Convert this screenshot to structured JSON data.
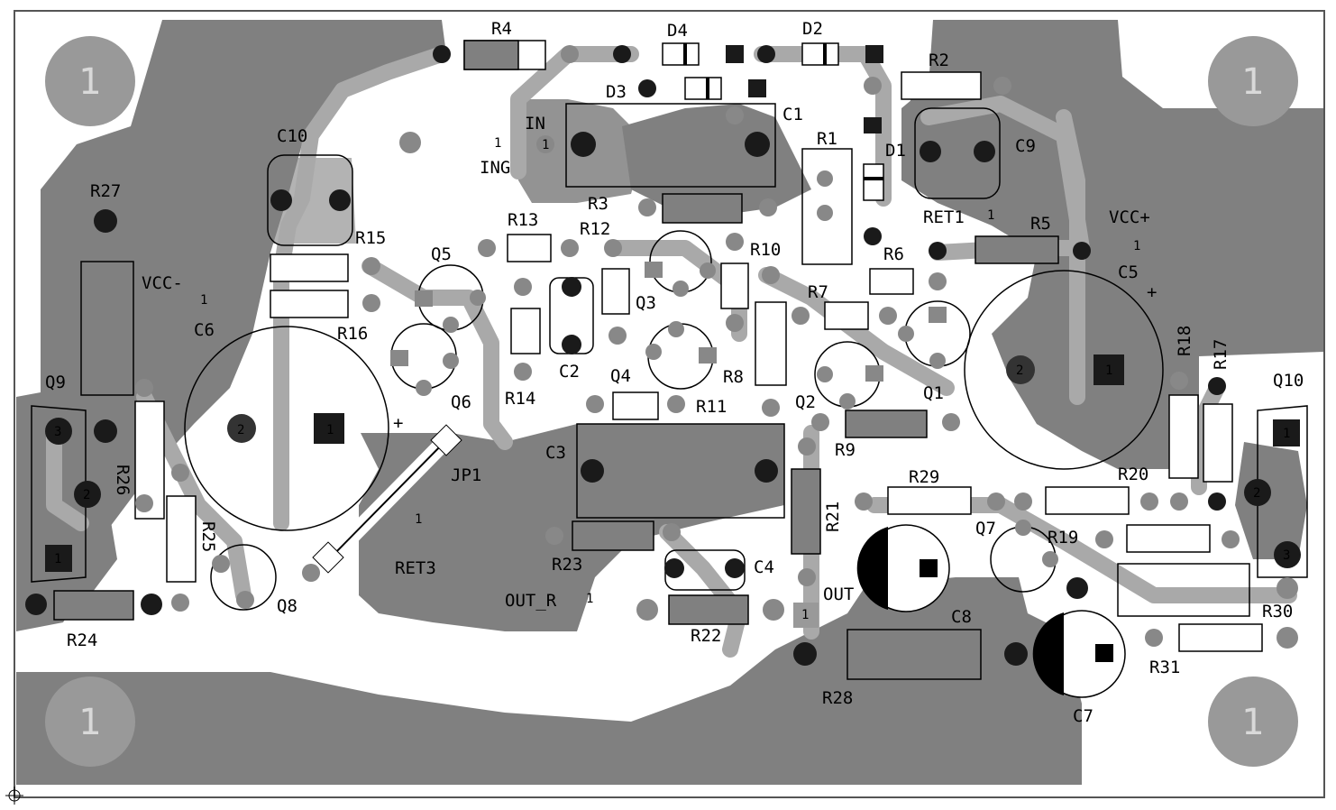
{
  "board": {
    "mount_hole_label": "1",
    "labels": {
      "R4": "R4",
      "D4": "D4",
      "D2": "D2",
      "R2": "R2",
      "D3": "D3",
      "C1": "C1",
      "IN": "IN",
      "ING": "ING",
      "R1": "R1",
      "D1": "D1",
      "C9": "C9",
      "C10": "C10",
      "R27": "R27",
      "R3": "R3",
      "RET1": "RET1",
      "VCCP": "VCC+",
      "R5": "R5",
      "R13": "R13",
      "R12": "R12",
      "R15": "R15",
      "Q5": "Q5",
      "R10": "R10",
      "R6": "R6",
      "C5": "C5",
      "VCCM": "VCC-",
      "Q3": "Q3",
      "R7": "R7",
      "R16": "R16",
      "C6": "C6",
      "R18": "R18",
      "R17": "R17",
      "Q10": "Q10",
      "C2": "C2",
      "Q4": "Q4",
      "R8": "R8",
      "Q9": "Q9",
      "R14": "R14",
      "R11": "R11",
      "Q2": "Q2",
      "Q1": "Q1",
      "Q6": "Q6",
      "R9": "R9",
      "C3": "C3",
      "JP1": "JP1",
      "R26": "R26",
      "R29": "R29",
      "R20": "R20",
      "R21": "R21",
      "R25": "R25",
      "Q7": "Q7",
      "R19": "R19",
      "R23": "R23",
      "RET3": "RET3",
      "C4": "C4",
      "OUT": "OUT",
      "OUTR": "OUT_R",
      "Q8": "Q8",
      "R22": "R22",
      "C8": "C8",
      "R30": "R30",
      "R24": "R24",
      "R31": "R31",
      "R28": "R28",
      "C7": "C7"
    },
    "pad_numbers": {
      "one": "1",
      "two": "2",
      "three": "3"
    },
    "polarity": {
      "plus": "+"
    },
    "colors": {
      "copper": "#808080",
      "trace": "#a8a8a8",
      "pad": "#1a1a1a",
      "silk": "#000000",
      "hole": "#d0d0d0"
    }
  }
}
